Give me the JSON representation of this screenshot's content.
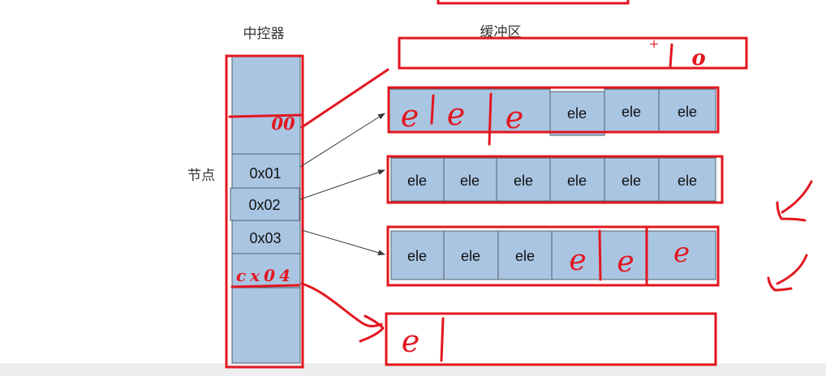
{
  "labels": {
    "controller": "中控器",
    "buffer": "缓冲区",
    "node": "节点"
  },
  "controller": {
    "cells": [
      "0x01",
      "0x02",
      "0x03"
    ],
    "annotation_above": "00",
    "annotation_below": "cx04"
  },
  "buffer": {
    "top_annotation": {
      "plus": "+",
      "value": "o"
    },
    "rows": [
      {
        "handwritten": [
          "e",
          "e",
          "e"
        ],
        "cells": [
          "ele",
          "ele",
          "ele"
        ]
      },
      {
        "cells": [
          "ele",
          "ele",
          "ele",
          "ele",
          "ele",
          "ele"
        ]
      },
      {
        "cells": [
          "ele",
          "ele",
          "ele"
        ],
        "handwritten": [
          "e",
          "e",
          "e"
        ]
      },
      {
        "handwritten": [
          "e"
        ]
      }
    ]
  },
  "colors": {
    "cell_fill": "#a9c5e2",
    "annotation": "#e3161f",
    "arrow": "#3a3a3a"
  }
}
